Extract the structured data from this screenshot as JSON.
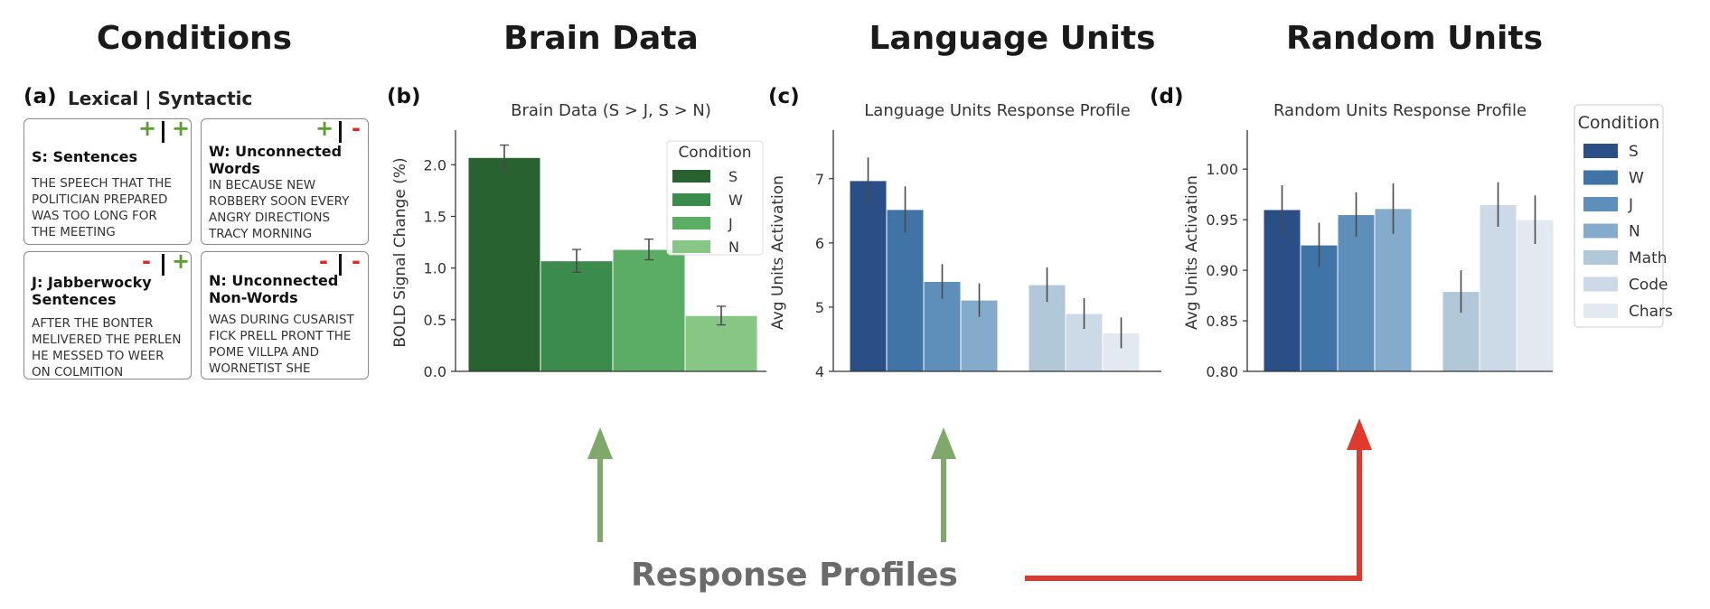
{
  "columns": {
    "conditions": "Conditions",
    "brain": "Brain Data",
    "language": "Language Units",
    "random": "Random Units"
  },
  "panel_letters": {
    "a": "(a)",
    "b": "(b)",
    "c": "(c)",
    "d": "(d)"
  },
  "lexical_syntactic": "Lexical | Syntactic",
  "condition_cards": [
    {
      "title": "S: Sentences",
      "text": "THE SPEECH THAT THE\nPOLITICIAN PREPARED\nWAS TOO LONG FOR\nTHE MEETING",
      "lexical": "+",
      "syntactic": "+"
    },
    {
      "title": "W: Unconnected\nWords",
      "text": "IN BECAUSE NEW\nROBBERY SOON EVERY\nANGRY DIRECTIONS\nTRACY MORNING",
      "lexical": "+",
      "syntactic": "-"
    },
    {
      "title": "J: Jabberwocky\nSentences",
      "text": "AFTER THE BONTER\nMELIVERED THE PERLEN\nHE MESSED TO WEER\nON COLMITION",
      "lexical": "-",
      "syntactic": "+"
    },
    {
      "title": "N: Unconnected\nNon-Words",
      "text": "WAS DURING CUSARIST\nFICK PRELL PRONT THE\nPOME VILLPA AND\nWORNETIST SHE",
      "lexical": "-",
      "syntactic": "-"
    }
  ],
  "colors": {
    "plus": "#5a9e2e",
    "minus": "#e8261f",
    "green_arrow": "#7fa86a",
    "red_arrow": "#e03a2e",
    "errbar": "#4a4a4a",
    "axis": "#333333"
  },
  "chart_data": [
    {
      "type": "bar",
      "title": "Brain Data (S > J, S > N)",
      "ylabel": "BOLD Signal Change (%)",
      "ylim": [
        0,
        2.3
      ],
      "yticks": [
        "0.0",
        "0.5",
        "1.0",
        "1.5",
        "2.0"
      ],
      "categories": [
        "S",
        "W",
        "J",
        "N"
      ],
      "values": [
        2.07,
        1.07,
        1.18,
        0.54
      ],
      "errors": [
        0.12,
        0.11,
        0.1,
        0.09
      ],
      "colors": [
        "#276230",
        "#3b8c4c",
        "#5bac65",
        "#87c684"
      ],
      "legend_title": "Condition",
      "legend_position": "top-right"
    },
    {
      "type": "bar",
      "title": "Language Units Response Profile",
      "ylabel": "Avg Units Activation",
      "ylim": [
        4,
        7.7
      ],
      "yticks": [
        "4",
        "5",
        "6",
        "7"
      ],
      "groups": [
        [
          "S",
          "W",
          "J",
          "N"
        ],
        [
          "Math",
          "Code",
          "Chars"
        ]
      ],
      "values": {
        "S": 6.97,
        "W": 6.52,
        "J": 5.4,
        "N": 5.11,
        "Math": 5.35,
        "Code": 4.9,
        "Chars": 4.6
      },
      "errors": {
        "S": 0.36,
        "W": 0.36,
        "J": 0.27,
        "N": 0.26,
        "Math": 0.27,
        "Code": 0.24,
        "Chars": 0.24
      }
    },
    {
      "type": "bar",
      "title": "Random Units Response Profile",
      "ylabel": "Avg Units Activation",
      "ylim": [
        0.8,
        1.035
      ],
      "yticks": [
        "0.80",
        "0.85",
        "0.90",
        "0.95",
        "1.00"
      ],
      "groups": [
        [
          "S",
          "W",
          "J",
          "N"
        ],
        [
          "Math",
          "Code",
          "Chars"
        ]
      ],
      "values": {
        "S": 0.96,
        "W": 0.925,
        "J": 0.955,
        "N": 0.961,
        "Math": 0.879,
        "Code": 0.965,
        "Chars": 0.95
      },
      "errors": {
        "S": 0.024,
        "W": 0.022,
        "J": 0.022,
        "N": 0.025,
        "Math": 0.021,
        "Code": 0.022,
        "Chars": 0.024
      }
    }
  ],
  "shared_legend": {
    "title": "Condition",
    "items": [
      {
        "label": "S",
        "color": "#2a4e86"
      },
      {
        "label": "W",
        "color": "#4073a6"
      },
      {
        "label": "J",
        "color": "#5e8fbb"
      },
      {
        "label": "N",
        "color": "#84abcb"
      },
      {
        "label": "Math",
        "color": "#b1c8d9"
      },
      {
        "label": "Code",
        "color": "#ccd9e6"
      },
      {
        "label": "Chars",
        "color": "#e2e9f1"
      }
    ]
  },
  "bottom_label": "Response Profiles"
}
